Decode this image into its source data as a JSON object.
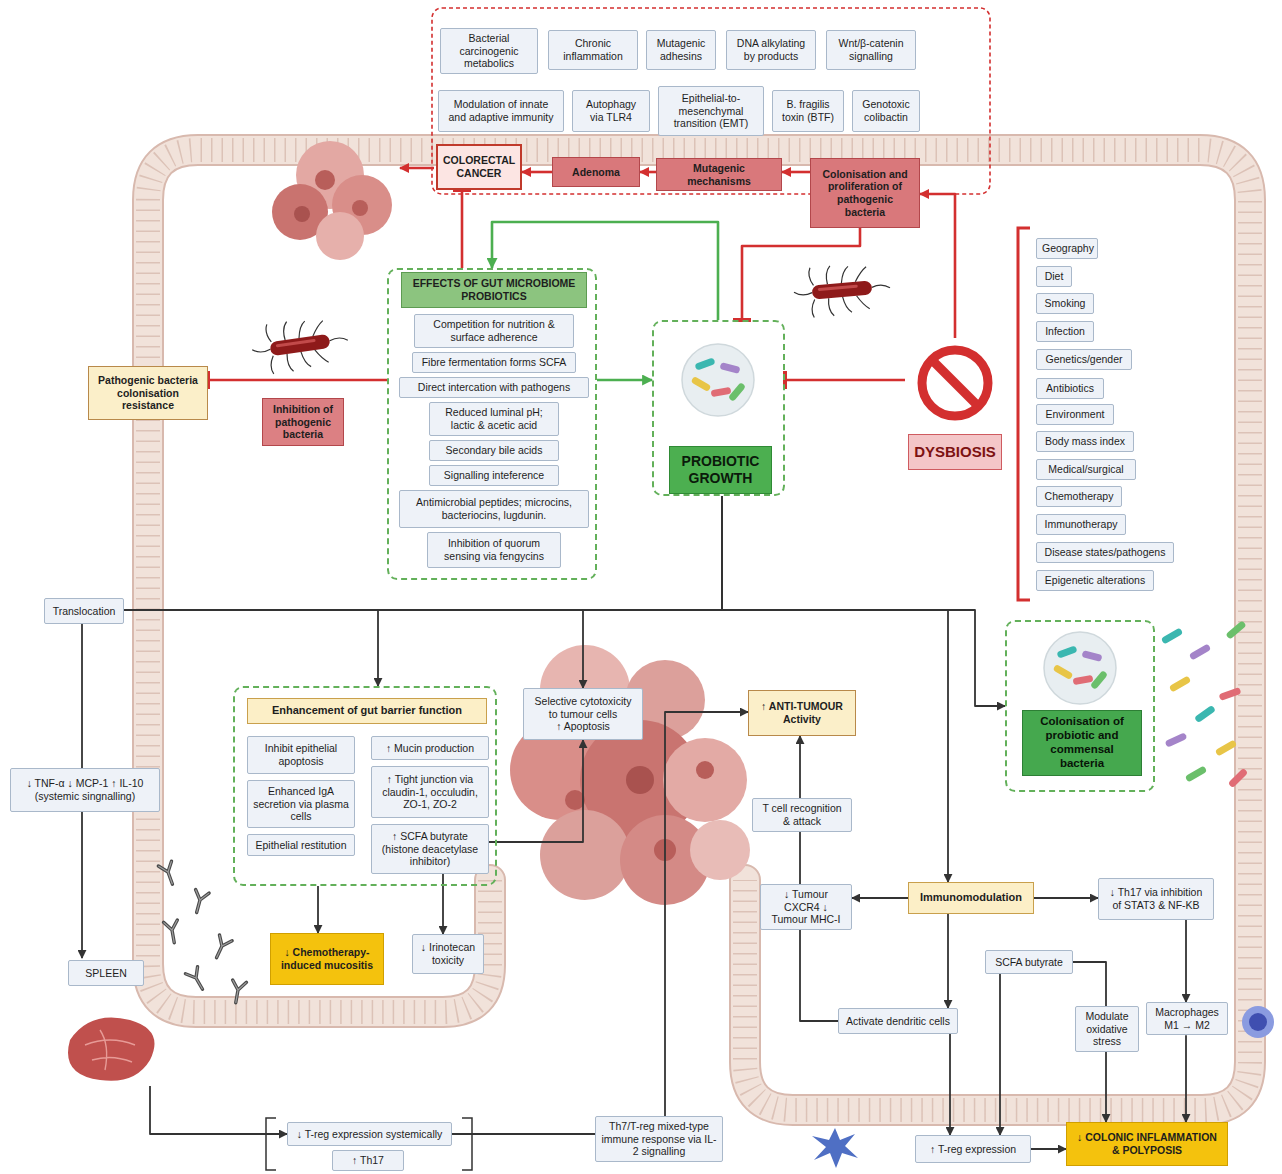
{
  "diagram": {
    "nodes": [
      {
        "text": [
          "Bacterial carcinogenic metabolics"
        ]
      },
      {
        "text": [
          "Chronic inflammation"
        ]
      },
      {
        "text": [
          "Mutagenic adhesins"
        ]
      },
      {
        "text": [
          "DNA alkylating by products"
        ]
      },
      {
        "text": [
          "Wnt/β-catenin signalling"
        ]
      },
      {
        "text": [
          "Modulation of innate and adaptive immunity"
        ]
      },
      {
        "text": [
          "Autophagy via TLR4"
        ]
      },
      {
        "text": [
          "Epithelial-to-mesenchymal transition (EMT)"
        ]
      },
      {
        "text": [
          "B. fragilis toxin (BTF)"
        ]
      },
      {
        "text": [
          "Genotoxic colibactin"
        ]
      },
      {
        "text": [
          "COLORECTAL CANCER"
        ]
      },
      {
        "text": [
          "Adenoma"
        ]
      },
      {
        "text": [
          "Mutagenic mechanisms"
        ]
      },
      {
        "text": [
          "Colonisation and proliferation of pathogenic bacteria"
        ]
      },
      {
        "text": [
          "EFFECTS OF GUT MICROBIOME PROBIOTICS"
        ]
      },
      {
        "text": [
          "Competition for nutrition & surface adherence"
        ],
        "in": 14
      },
      {
        "text": [
          "Fibre fermentation forms SCFA"
        ],
        "in": 14
      },
      {
        "text": [
          "Direct intercation with pathogens"
        ],
        "in": 14
      },
      {
        "text": [
          "Reduced luminal pH; lactic & acetic acid"
        ],
        "in": 14
      },
      {
        "text": [
          "Secondary bile acids"
        ],
        "in": 14
      },
      {
        "text": [
          "Signalling inteference"
        ],
        "in": 14
      },
      {
        "text": [
          "Antimicrobial peptides; microcins, bacteriocins, lugdunin."
        ],
        "in": 14
      },
      {
        "text": [
          "Inhibition of quorum sensing via fengycins"
        ],
        "in": 14
      },
      {
        "text": [
          "PROBIOTIC GROWTH"
        ]
      },
      {
        "text": [
          "Pathogenic bacteria colonisation resistance"
        ]
      },
      {
        "text": [
          "Inhibition of pathogenic bacteria"
        ]
      },
      {
        "text": [
          "DYSBIOSIS"
        ]
      },
      {
        "text": [
          "Geography"
        ]
      },
      {
        "text": [
          "Diet"
        ]
      },
      {
        "text": [
          "Smoking"
        ]
      },
      {
        "text": [
          "Infection"
        ]
      },
      {
        "text": [
          "Genetics/gender"
        ]
      },
      {
        "text": [
          "Antibiotics"
        ]
      },
      {
        "text": [
          "Environment"
        ]
      },
      {
        "text": [
          "Body mass index"
        ]
      },
      {
        "text": [
          "Medical/surgical"
        ]
      },
      {
        "text": [
          "Chemotherapy"
        ]
      },
      {
        "text": [
          "Immunotherapy"
        ]
      },
      {
        "text": [
          "Disease states/pathogens"
        ]
      },
      {
        "text": [
          "Epigenetic alterations"
        ]
      },
      {
        "text": [
          "Translocation"
        ]
      },
      {
        "text": [
          "Enhancement of gut barrier function"
        ]
      },
      {
        "text": [
          "Inhibit epithelial apoptosis"
        ],
        "in": 41
      },
      {
        "text": [
          "↑ Mucin production"
        ],
        "in": 41
      },
      {
        "text": [
          "Enhanced IgA secretion via plasma cells"
        ],
        "in": 41
      },
      {
        "text": [
          "↑ Tight junction via claudin-1, occuludin, ZO-1, ZO-2"
        ],
        "in": 41
      },
      {
        "text": [
          "Epithelial restitution"
        ],
        "in": 41
      },
      {
        "text": [
          "↑ SCFA butyrate (histone deacetylase inhibitor)"
        ],
        "in": 41
      },
      {
        "text": [
          "Selective cytotoxicity to tumour cells",
          "↑ Apoptosis"
        ]
      },
      {
        "text": [
          "↑ ANTI-TUMOUR Activity"
        ]
      },
      {
        "text": [
          "Colonisation of probiotic and commensal bacteria"
        ]
      },
      {
        "text": [
          "↓ TNF-α ↓ MCP-1 ↑ IL-10 (systemic singnalling)"
        ]
      },
      {
        "text": [
          "T cell recognition & attack"
        ]
      },
      {
        "text": [
          "↓ Tumour CXCR4 ↓ Tumour MHC-I"
        ]
      },
      {
        "text": [
          "Immunomodulation"
        ]
      },
      {
        "text": [
          "↓ Th17 via inhibition of STAT3 & NF-KB"
        ]
      },
      {
        "text": [
          "↓ Chemotherapy-induced mucositis"
        ]
      },
      {
        "text": [
          "↓ Irinotecan toxicity"
        ]
      },
      {
        "text": [
          "SPLEEN"
        ]
      },
      {
        "text": [
          "SCFA butyrate"
        ]
      },
      {
        "text": [
          "Activate dendritic cells"
        ]
      },
      {
        "text": [
          "Modulate oxidative stress"
        ]
      },
      {
        "text": [
          "Macrophages M1 → M2"
        ]
      },
      {
        "text": [
          "Th7/T-reg mixed-type immune response via IL-2 signalling"
        ]
      },
      {
        "text": [
          "↓ T-reg expression systemically"
        ]
      },
      {
        "text": [
          "↑ Th17"
        ]
      },
      {
        "text": [
          "↑ T-reg expression"
        ]
      },
      {
        "text": [
          "↓ COLONIC INFLAMMATION & POLYPOSIS"
        ]
      }
    ],
    "edges": [
      {
        "from": 13,
        "to": 12,
        "arrow": "to"
      },
      {
        "from": 12,
        "to": 11,
        "arrow": "to"
      },
      {
        "from": 11,
        "to": 10,
        "arrow": "to"
      },
      {
        "from": 26,
        "to": 13,
        "arrow": "to"
      },
      {
        "from": 26,
        "to": 23,
        "arrow": "to"
      },
      {
        "from": 13,
        "to": 23,
        "arrow": "to"
      },
      {
        "from": 14,
        "to": 10,
        "arrow": "to"
      },
      {
        "from": 23,
        "to": 14,
        "arrow": "to"
      },
      {
        "from": 14,
        "to": 23,
        "arrow": "to"
      },
      {
        "from": 14,
        "to": 24,
        "arrow": "to"
      },
      {
        "from": 23,
        "to": 40,
        "arrow": "none"
      },
      {
        "from": 23,
        "to": 41,
        "arrow": "to"
      },
      {
        "from": 23,
        "to": 48,
        "arrow": "to"
      },
      {
        "from": 23,
        "to": 50,
        "arrow": "to"
      },
      {
        "from": 23,
        "to": 54,
        "arrow": "to"
      },
      {
        "from": 40,
        "to": 51,
        "arrow": "none"
      },
      {
        "from": 51,
        "to": 58,
        "arrow": "to"
      },
      {
        "from": 58,
        "to": 64,
        "arrow": "to"
      },
      {
        "from": 64,
        "to": 63,
        "arrow": "none"
      },
      {
        "from": 63,
        "to": 49,
        "arrow": "to"
      },
      {
        "from": 47,
        "to": 48,
        "arrow": "to"
      },
      {
        "from": 41,
        "to": 56,
        "arrow": "to"
      },
      {
        "from": 47,
        "to": 57,
        "arrow": "to"
      },
      {
        "from": 54,
        "to": 53,
        "arrow": "to"
      },
      {
        "from": 54,
        "to": 55,
        "arrow": "to"
      },
      {
        "from": 54,
        "to": 60,
        "arrow": "to"
      },
      {
        "from": 60,
        "to": 53,
        "arrow": "none"
      },
      {
        "from": 53,
        "to": 52,
        "arrow": "none"
      },
      {
        "from": 52,
        "to": 49,
        "arrow": "to"
      },
      {
        "from": 60,
        "to": 66,
        "arrow": "to"
      },
      {
        "from": 59,
        "to": 66,
        "arrow": "to"
      },
      {
        "from": 59,
        "to": 61,
        "arrow": "none"
      },
      {
        "from": 61,
        "to": 67,
        "arrow": "to"
      },
      {
        "from": 55,
        "to": 62,
        "arrow": "to"
      },
      {
        "from": 62,
        "to": 67,
        "arrow": "to"
      },
      {
        "from": 66,
        "to": 67,
        "arrow": "to"
      }
    ]
  }
}
